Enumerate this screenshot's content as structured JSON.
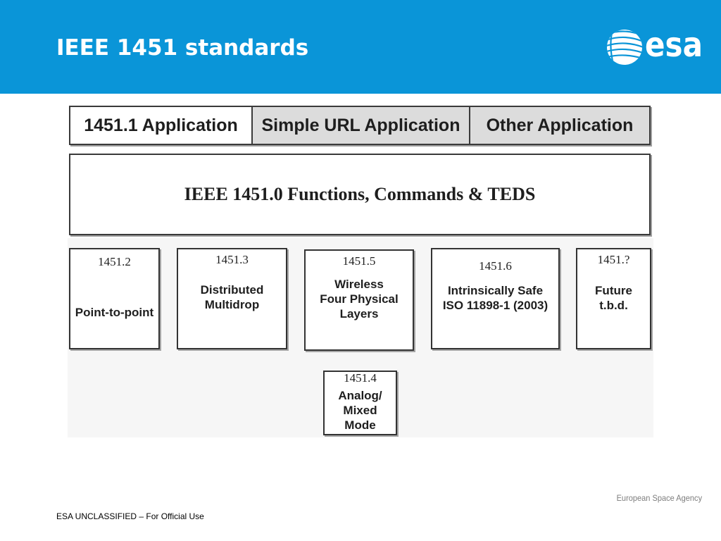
{
  "header": {
    "title": "IEEE 1451 standards",
    "background_color": "#0a95d8"
  },
  "logo": {
    "text": "esa",
    "icon": "esa-globe-icon"
  },
  "diagram": {
    "applications": [
      {
        "label": "1451.1 Application",
        "fill": "#ffffff"
      },
      {
        "label": "Simple URL Application",
        "fill": "#dcdcdc"
      },
      {
        "label": "Other Application",
        "fill": "#dcdcdc"
      }
    ],
    "core": {
      "label": "IEEE 1451.0 Functions, Commands & TEDS"
    },
    "physical_layers": [
      {
        "id": "1451.2",
        "lines": [
          "Point-to-point"
        ]
      },
      {
        "id": "1451.3",
        "lines": [
          "Distributed",
          "Multidrop"
        ]
      },
      {
        "id": "1451.5",
        "lines": [
          "Wireless",
          "Four Physical",
          "Layers"
        ]
      },
      {
        "id": "1451.6",
        "lines": [
          "Intrinsically Safe",
          "ISO 11898-1 (2003)"
        ]
      },
      {
        "id": "1451.?",
        "lines": [
          "Future",
          "t.b.d."
        ]
      },
      {
        "id": "1451.4",
        "lines": [
          "Analog/",
          "Mixed",
          "Mode"
        ]
      }
    ]
  },
  "footer": {
    "agency": "European Space Agency",
    "classification": "ESA UNCLASSIFIED – For Official Use"
  }
}
